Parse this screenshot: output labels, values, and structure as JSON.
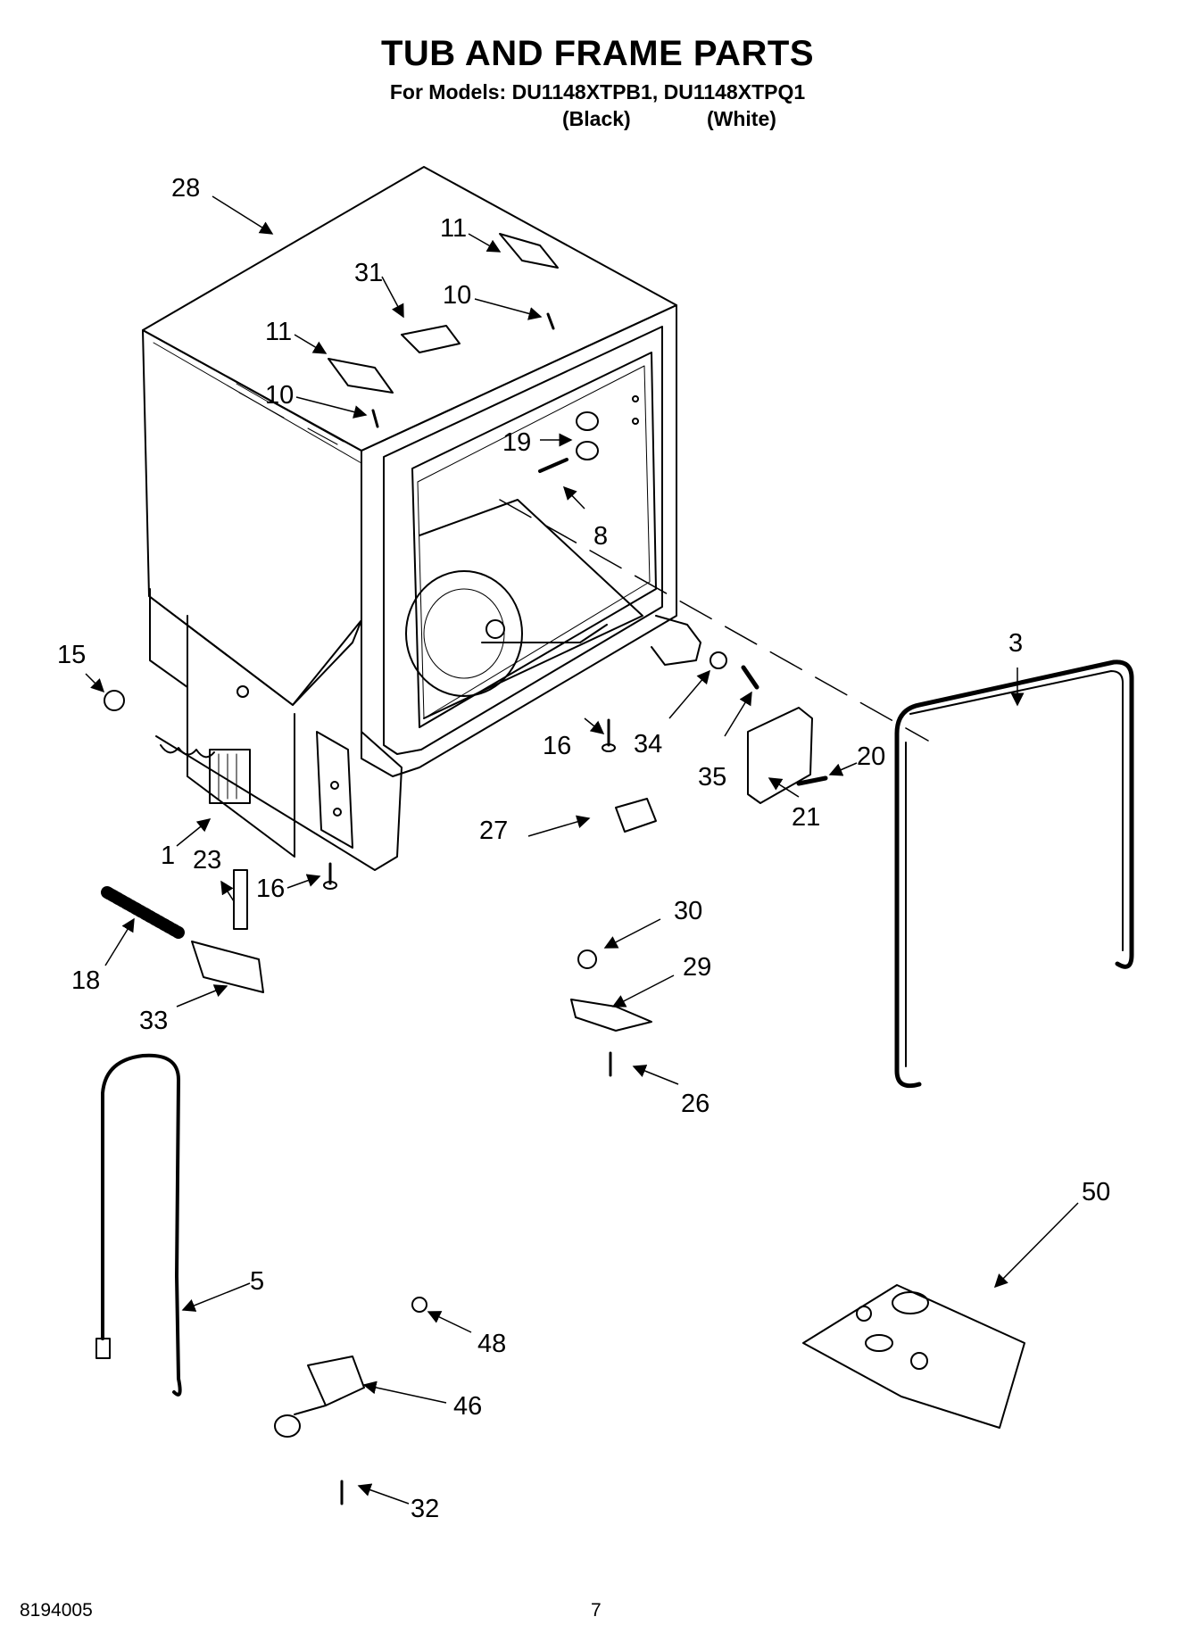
{
  "header": {
    "title": "TUB AND FRAME PARTS",
    "models": "For Models: DU1148XTPB1, DU1148XTPQ1",
    "variant_black": "(Black)",
    "variant_white": "(White)"
  },
  "parts": [
    {
      "id": "p28",
      "number": "28"
    },
    {
      "id": "p11a",
      "number": "11"
    },
    {
      "id": "p31",
      "number": "31"
    },
    {
      "id": "p10a",
      "number": "10"
    },
    {
      "id": "p11b",
      "number": "11"
    },
    {
      "id": "p10b",
      "number": "10"
    },
    {
      "id": "p19",
      "number": "19"
    },
    {
      "id": "p8",
      "number": "8"
    },
    {
      "id": "p15",
      "number": "15"
    },
    {
      "id": "p3",
      "number": "3"
    },
    {
      "id": "p16a",
      "number": "16"
    },
    {
      "id": "p34",
      "number": "34"
    },
    {
      "id": "p35",
      "number": "35"
    },
    {
      "id": "p20",
      "number": "20"
    },
    {
      "id": "p21",
      "number": "21"
    },
    {
      "id": "p27",
      "number": "27"
    },
    {
      "id": "p1",
      "number": "1"
    },
    {
      "id": "p23",
      "number": "23"
    },
    {
      "id": "p16b",
      "number": "16"
    },
    {
      "id": "p30",
      "number": "30"
    },
    {
      "id": "p29",
      "number": "29"
    },
    {
      "id": "p18",
      "number": "18"
    },
    {
      "id": "p33",
      "number": "33"
    },
    {
      "id": "p26",
      "number": "26"
    },
    {
      "id": "p50",
      "number": "50"
    },
    {
      "id": "p5",
      "number": "5"
    },
    {
      "id": "p48",
      "number": "48"
    },
    {
      "id": "p46",
      "number": "46"
    },
    {
      "id": "p32",
      "number": "32"
    }
  ],
  "footer": {
    "doc_number": "8194005",
    "page_number": "7"
  }
}
